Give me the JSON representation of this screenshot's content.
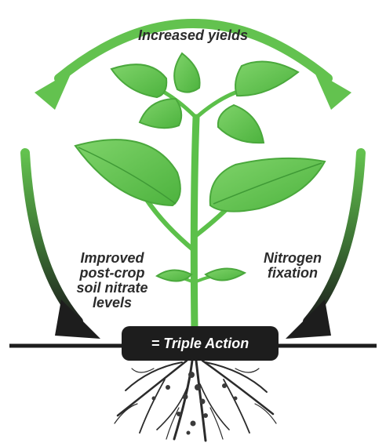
{
  "diagram": {
    "top_label": "Increased yields",
    "left_label": [
      "Improved",
      "post-crop",
      "soil nitrate",
      "levels"
    ],
    "right_label": [
      "Nitrogen",
      "fixation"
    ],
    "center_badge": "= Triple Action"
  },
  "colors": {
    "leaf_green": "#5cc04a",
    "leaf_vein": "#3f9a36",
    "arrow_green": "#63c24f",
    "dark": "#1d1d1d",
    "root": "#2b2b2b"
  }
}
